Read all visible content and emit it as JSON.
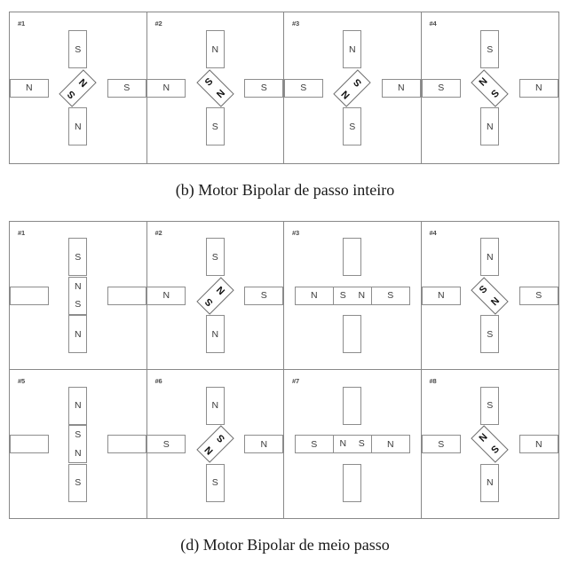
{
  "figures": [
    {
      "id": "fig-b",
      "caption": "(b) Motor Bipolar de passo inteiro",
      "columns": 4,
      "rows": 1,
      "panels": [
        {
          "label": "#1",
          "stator": {
            "top": "S",
            "left": "N",
            "right": "S",
            "bottom": "N"
          },
          "rotor": {
            "kind": "diag",
            "tilt": "up",
            "poles": [
              "S",
              "N"
            ]
          }
        },
        {
          "label": "#2",
          "stator": {
            "top": "N",
            "left": "N",
            "right": "S",
            "bottom": "S"
          },
          "rotor": {
            "kind": "diag",
            "tilt": "down",
            "poles": [
              "S",
              "N"
            ]
          }
        },
        {
          "label": "#3",
          "stator": {
            "top": "N",
            "left": "S",
            "right": "N",
            "bottom": "S"
          },
          "rotor": {
            "kind": "diag",
            "tilt": "up",
            "poles": [
              "N",
              "S"
            ]
          }
        },
        {
          "label": "#4",
          "stator": {
            "top": "S",
            "left": "S",
            "right": "N",
            "bottom": "N"
          },
          "rotor": {
            "kind": "diag",
            "tilt": "down",
            "poles": [
              "N",
              "S"
            ]
          }
        }
      ]
    },
    {
      "id": "fig-d",
      "caption": "(d) Motor Bipolar de meio passo",
      "columns": 4,
      "rows": 2,
      "panels": [
        {
          "label": "#1",
          "stator": {
            "top": "S",
            "left": "",
            "right": "",
            "bottom": "N"
          },
          "rotor": {
            "kind": "vert",
            "tilt": "",
            "poles": [
              "N",
              "S"
            ]
          }
        },
        {
          "label": "#2",
          "stator": {
            "top": "S",
            "left": "N",
            "right": "S",
            "bottom": "N"
          },
          "rotor": {
            "kind": "diag",
            "tilt": "up",
            "poles": [
              "S",
              "N"
            ]
          }
        },
        {
          "label": "#3",
          "stator": {
            "top": "",
            "left": "N",
            "right": "S",
            "bottom": ""
          },
          "rotor": {
            "kind": "horz",
            "tilt": "",
            "poles": [
              "S",
              "N"
            ]
          }
        },
        {
          "label": "#4",
          "stator": {
            "top": "N",
            "left": "N",
            "right": "S",
            "bottom": "S"
          },
          "rotor": {
            "kind": "diag",
            "tilt": "down",
            "poles": [
              "S",
              "N"
            ]
          }
        },
        {
          "label": "#5",
          "stator": {
            "top": "N",
            "left": "",
            "right": "",
            "bottom": "S"
          },
          "rotor": {
            "kind": "vert",
            "tilt": "",
            "poles": [
              "S",
              "N"
            ]
          }
        },
        {
          "label": "#6",
          "stator": {
            "top": "N",
            "left": "S",
            "right": "N",
            "bottom": "S"
          },
          "rotor": {
            "kind": "diag",
            "tilt": "up",
            "poles": [
              "N",
              "S"
            ]
          }
        },
        {
          "label": "#7",
          "stator": {
            "top": "",
            "left": "S",
            "right": "N",
            "bottom": ""
          },
          "rotor": {
            "kind": "horz",
            "tilt": "",
            "poles": [
              "N",
              "S"
            ]
          }
        },
        {
          "label": "#8",
          "stator": {
            "top": "S",
            "left": "S",
            "right": "N",
            "bottom": "N"
          },
          "rotor": {
            "kind": "diag",
            "tilt": "down",
            "poles": [
              "N",
              "S"
            ]
          }
        }
      ]
    }
  ],
  "colors": {
    "frame_border": "#888888",
    "magnet_border": "#8d8d8d",
    "rotor_border": "#6f6f6f",
    "text": "#3a3a3a",
    "background": "#ffffff"
  }
}
